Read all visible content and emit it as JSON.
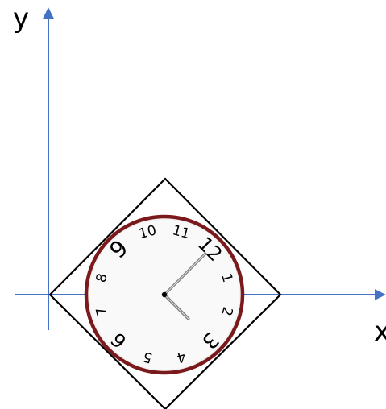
{
  "axes": {
    "x_label": "x",
    "y_label": "y",
    "color": "#4472c4"
  },
  "clock": {
    "rotation_deg": 45,
    "numerals": [
      "12",
      "1",
      "2",
      "3",
      "4",
      "5",
      "6",
      "7",
      "8",
      "9",
      "10",
      "11"
    ],
    "rim_color": "#7b1a1c",
    "face_color": "#f2f2f2",
    "hand_color": "#7a7a7a"
  },
  "square": {
    "rotation_deg": 45,
    "stroke_color": "#000000"
  }
}
